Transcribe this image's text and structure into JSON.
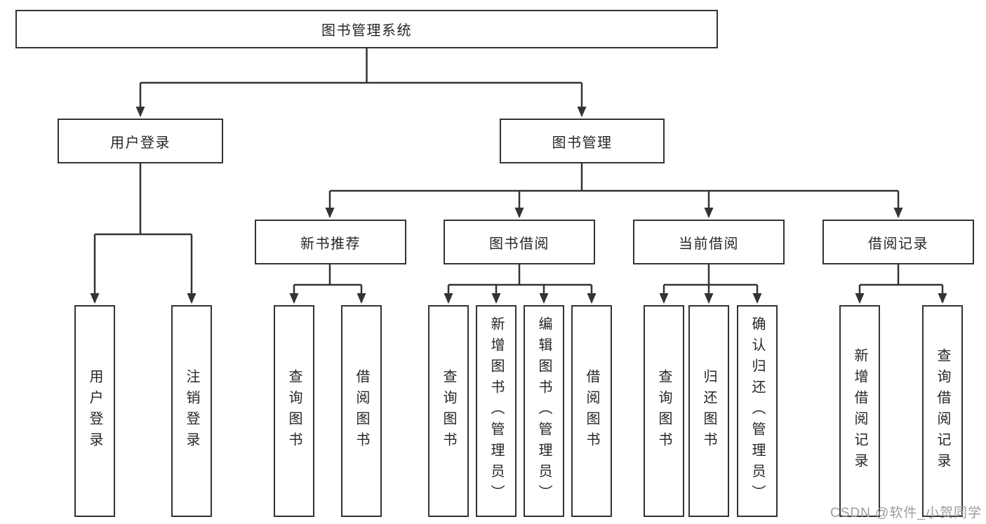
{
  "diagram_type": "hierarchy-tree",
  "tree": {
    "label": "图书管理系统",
    "children": [
      {
        "label": "用户登录",
        "children": [
          {
            "label": "用户登录"
          },
          {
            "label": "注销登录"
          }
        ]
      },
      {
        "label": "图书管理",
        "children": [
          {
            "label": "新书推荐",
            "children": [
              {
                "label": "查询图书"
              },
              {
                "label": "借阅图书"
              }
            ]
          },
          {
            "label": "图书借阅",
            "children": [
              {
                "label": "查询图书"
              },
              {
                "label": "新增图书（管理员）"
              },
              {
                "label": "编辑图书（管理员）"
              },
              {
                "label": "借阅图书"
              }
            ]
          },
          {
            "label": "当前借阅",
            "children": [
              {
                "label": "查询图书"
              },
              {
                "label": "归还图书"
              },
              {
                "label": "确认归还（管理员）"
              }
            ]
          },
          {
            "label": "借阅记录",
            "children": [
              {
                "label": "新增借阅记录"
              },
              {
                "label": "查询借阅记录"
              }
            ]
          }
        ]
      }
    ]
  },
  "watermark": {
    "text": "CSDN @软件_小贺同学"
  },
  "colors": {
    "line": "#333333",
    "box_border": "#333333",
    "text": "#262626",
    "watermark_text": "#9c9c9c",
    "background": "#ffffff"
  }
}
